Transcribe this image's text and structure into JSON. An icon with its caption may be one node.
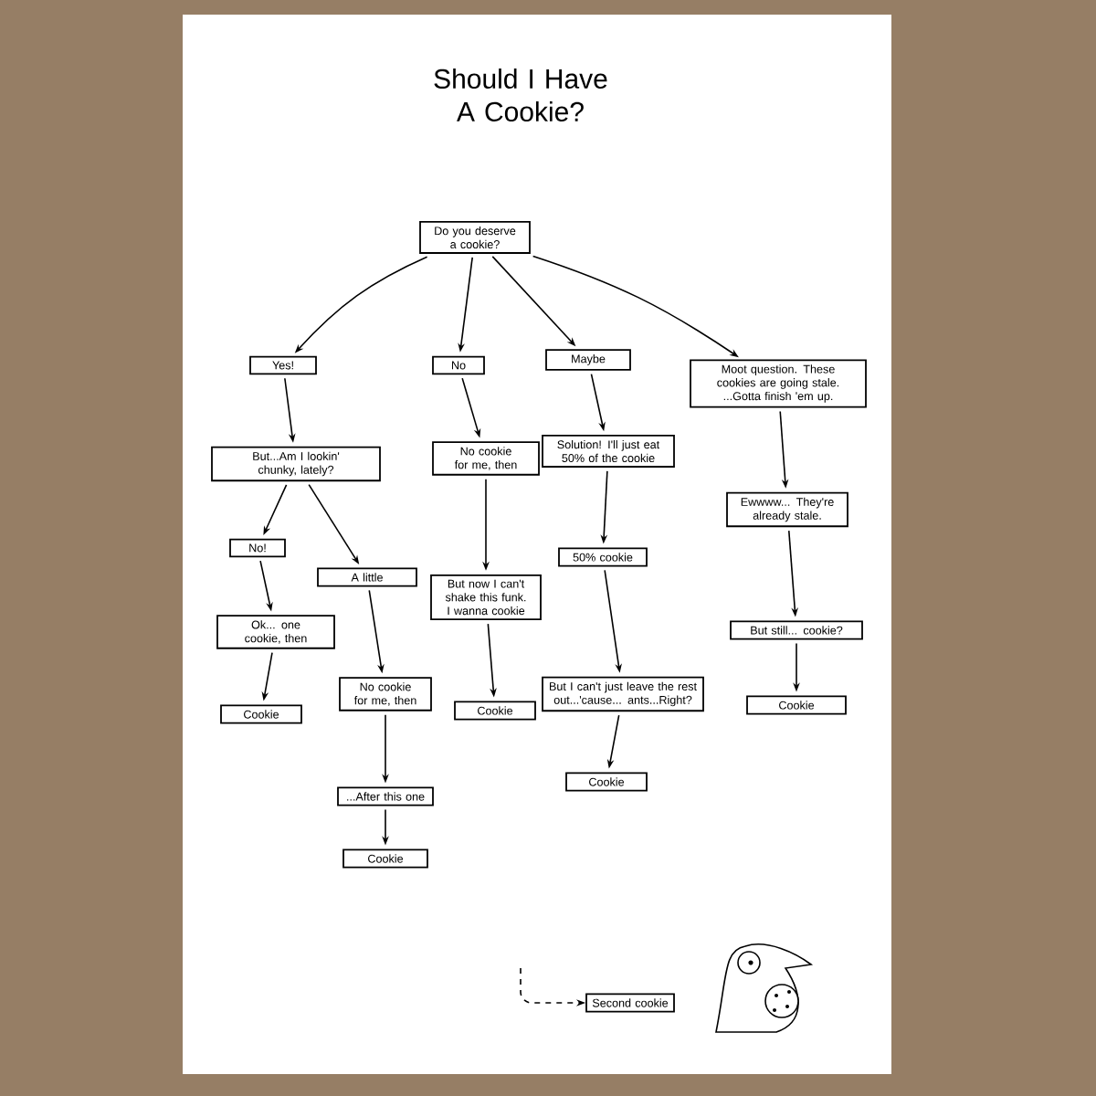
{
  "diagram": {
    "title": "Should I Have A Cookie?",
    "nodes": [
      {
        "text": [
          "Do you deserve a cookie?"
        ]
      },
      {
        "text": [
          "Yes!"
        ]
      },
      {
        "text": [
          "No"
        ]
      },
      {
        "text": [
          "Maybe"
        ]
      },
      {
        "text": [
          "Moot question. These cookies are going stale. ...Gotta finish 'em up."
        ]
      },
      {
        "text": [
          "But...Am I lookin' chunky, lately?"
        ]
      },
      {
        "text": [
          "No cookie for me, then"
        ]
      },
      {
        "text": [
          "Solution! I'll just eat 50% of the cookie"
        ]
      },
      {
        "text": [
          "Ewwww... They're already stale."
        ]
      },
      {
        "text": [
          "No!"
        ]
      },
      {
        "text": [
          "A little"
        ]
      },
      {
        "text": [
          "But now I can't shake this funk. I wanna cookie"
        ]
      },
      {
        "text": [
          "50% cookie"
        ]
      },
      {
        "text": [
          "Ok... one cookie, then"
        ]
      },
      {
        "text": [
          "No cookie for me, then"
        ]
      },
      {
        "text": [
          "But I can't just leave the rest out...'cause... ants...Right?"
        ]
      },
      {
        "text": [
          "But still... cookie?"
        ]
      },
      {
        "text": [
          "Cookie"
        ]
      },
      {
        "text": [
          "Cookie"
        ]
      },
      {
        "text": [
          "Cookie"
        ]
      },
      {
        "text": [
          "...After this one"
        ]
      },
      {
        "text": [
          "Cookie"
        ]
      },
      {
        "text": [
          "Cookie"
        ]
      },
      {
        "text": [
          "Second cookie"
        ]
      }
    ],
    "edges": [
      {
        "from": 0,
        "to": 1,
        "arrow": "to"
      },
      {
        "from": 0,
        "to": 2,
        "arrow": "to"
      },
      {
        "from": 0,
        "to": 3,
        "arrow": "to"
      },
      {
        "from": 0,
        "to": 4,
        "arrow": "to"
      },
      {
        "from": 1,
        "to": 5,
        "arrow": "to"
      },
      {
        "from": 2,
        "to": 6,
        "arrow": "to"
      },
      {
        "from": 3,
        "to": 7,
        "arrow": "to"
      },
      {
        "from": 4,
        "to": 8,
        "arrow": "to"
      },
      {
        "from": 5,
        "to": 9,
        "arrow": "to"
      },
      {
        "from": 5,
        "to": 10,
        "arrow": "to"
      },
      {
        "from": 6,
        "to": 11,
        "arrow": "to"
      },
      {
        "from": 7,
        "to": 12,
        "arrow": "to"
      },
      {
        "from": 8,
        "to": 16,
        "arrow": "to"
      },
      {
        "from": 9,
        "to": 13,
        "arrow": "to"
      },
      {
        "from": 10,
        "to": 14,
        "arrow": "to"
      },
      {
        "from": 12,
        "to": 15,
        "arrow": "to"
      },
      {
        "from": 13,
        "to": 17,
        "arrow": "to"
      },
      {
        "from": 11,
        "to": 18,
        "arrow": "to"
      },
      {
        "from": 16,
        "to": 19,
        "arrow": "to"
      },
      {
        "from": 14,
        "to": 20,
        "arrow": "to"
      },
      {
        "from": 15,
        "to": 21,
        "arrow": "to"
      },
      {
        "from": 20,
        "to": 22,
        "arrow": "to"
      },
      {
        "from": null,
        "to": 23,
        "arrow": "to",
        "style": "dashed"
      }
    ]
  }
}
